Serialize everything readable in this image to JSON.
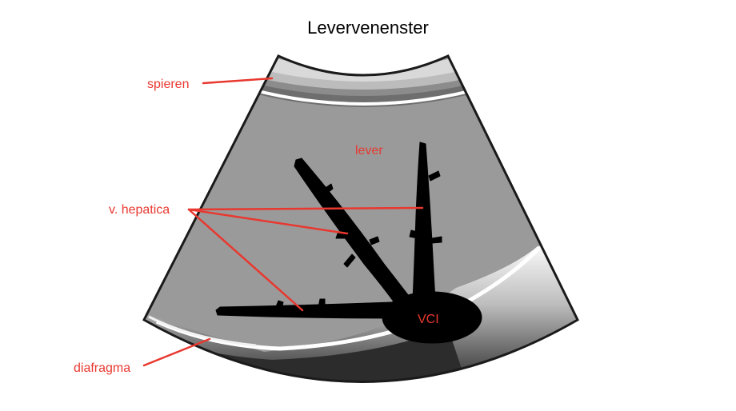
{
  "title": "Levervenenster",
  "labels": {
    "muscles": "spieren",
    "liver": "lever",
    "hepatic_vein": "v. hepatica",
    "ivc": "VCI",
    "diaphragm": "diafragma"
  },
  "colors": {
    "annotation": "#e8382f",
    "liver_tissue": "#9a9a9a",
    "vessel": "#000000",
    "outline": "#1a1a1a"
  }
}
